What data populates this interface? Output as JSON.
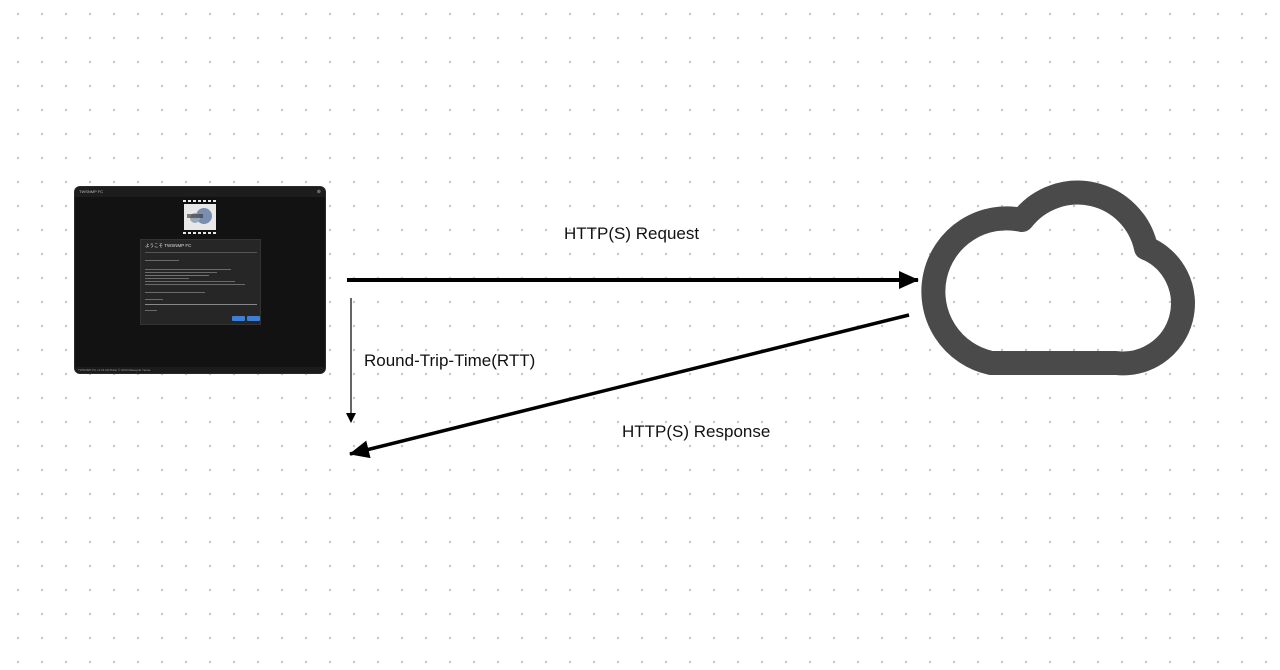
{
  "labels": {
    "request": "HTTP(S) Request",
    "rtt": "Round-Trip-Time(RTT)",
    "response": "HTTP(S) Response"
  },
  "client_screenshot": {
    "window_title": "TWSNMP FC",
    "close_glyph": "⊗",
    "card_title": "ようこそ TWSNMP FC",
    "footer": "TWSNMP FC v1.15.0(b7b2a) © 2023 Masayuki Yamai"
  },
  "icons": {
    "client": "app-screenshot-icon",
    "server": "cloud-icon"
  },
  "colors": {
    "arrow": "#000000",
    "cloud": "#4a4a4a",
    "screenshot_bg": "#121212",
    "screenshot_button": "#3c7fd6"
  }
}
